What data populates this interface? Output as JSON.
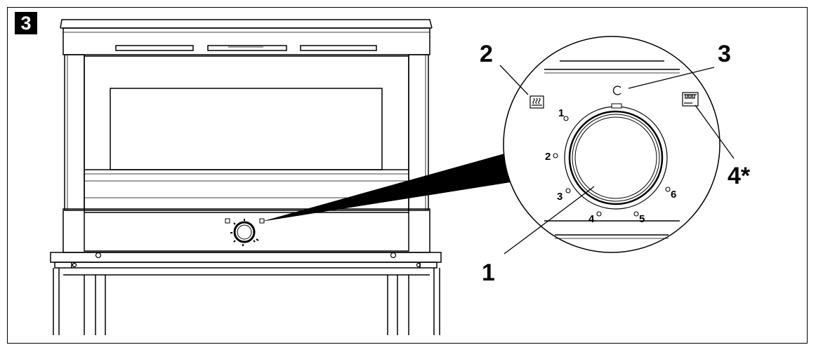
{
  "figure": {
    "number": "3"
  },
  "callouts": {
    "c1": "1",
    "c2": "2",
    "c3": "3",
    "c4": "4*"
  },
  "dial": {
    "positions": [
      "1",
      "2",
      "3",
      "4",
      "5",
      "6"
    ]
  },
  "icons": {
    "defrost": "defrost-symbol-icon",
    "off": "off-position-icon",
    "grill": "grill-symbol-icon"
  },
  "colors": {
    "line": "#000000",
    "background": "#ffffff"
  }
}
